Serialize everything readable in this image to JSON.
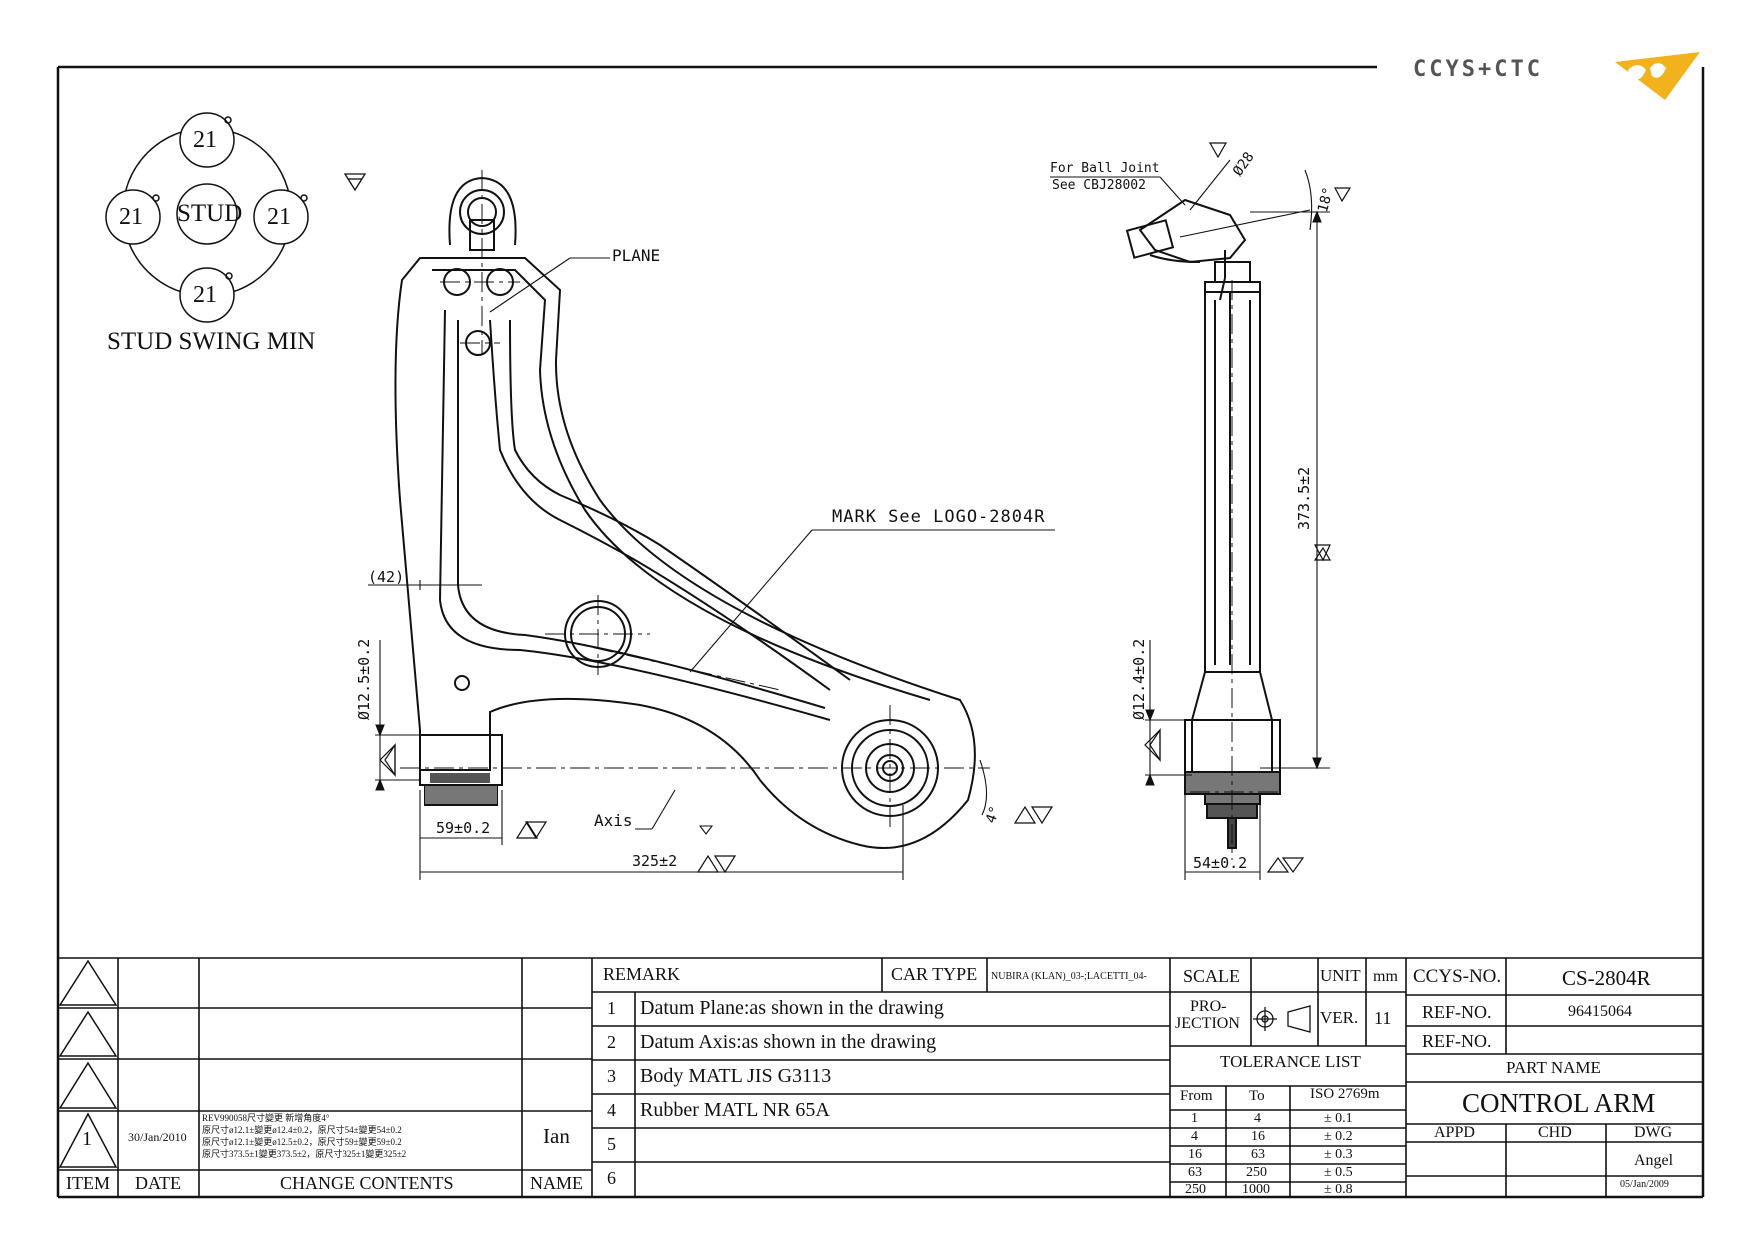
{
  "logo": {
    "text": "CCYS+CTC"
  },
  "stud_diagram": {
    "center": "STUD",
    "top": "21",
    "left": "21",
    "right": "21",
    "bottom": "21",
    "title": "STUD SWING MIN"
  },
  "front_view": {
    "plane_label": "PLANE",
    "mark_label": "MARK See LOGO-2804R",
    "axis_label": "Axis",
    "dim_42": "(42)",
    "dim_diameter": "Ø12.5±0.2",
    "dim_59": "59±0.2",
    "dim_325": "325±2",
    "dim_angle": "4°"
  },
  "side_view": {
    "ball_joint_line1": "For Ball Joint",
    "ball_joint_line2": "See CBJ28002",
    "dim_28": "Ø28",
    "dim_18": "18°",
    "dim_373": "373.5±2",
    "dim_diameter": "Ø12.4±0.2",
    "dim_54": "54±0.2"
  },
  "revision": {
    "rows": [
      {
        "item": "",
        "date": "",
        "change": "",
        "name": ""
      },
      {
        "item": "",
        "date": "",
        "change": "",
        "name": ""
      },
      {
        "item": "",
        "date": "",
        "change": "",
        "name": ""
      },
      {
        "item": "1",
        "date": "30/Jan/2010",
        "change_lines": [
          "REV990058尺寸變更 新增角度4°",
          "原尺寸ø12.1±變更ø12.4±0.2，原尺寸54±變更54±0.2",
          "原尺寸ø12.1±變更ø12.5±0.2，原尺寸59±變更59±0.2",
          "原尺寸373.5±1變更373.5±2，原尺寸325±1變更325±2"
        ],
        "name": "Ian"
      }
    ],
    "headers": {
      "item": "ITEM",
      "date": "DATE",
      "change": "CHANGE CONTENTS",
      "name": "NAME"
    }
  },
  "remarks": {
    "header": "REMARK",
    "car_type_label": "CAR TYPE",
    "car_type_value": "NUBIRA (KLAN)_03-;LACETTI_04-",
    "items": [
      {
        "n": "1",
        "text": "Datum Plane:as shown in the drawing"
      },
      {
        "n": "2",
        "text": "Datum Axis:as shown in the drawing"
      },
      {
        "n": "3",
        "text": "Body MATL JIS G3113"
      },
      {
        "n": "4",
        "text": "Rubber MATL NR 65A"
      },
      {
        "n": "5",
        "text": ""
      },
      {
        "n": "6",
        "text": ""
      }
    ]
  },
  "title_block": {
    "scale_label": "SCALE",
    "unit_label": "UNIT",
    "unit_value": "mm",
    "projection_label_1": "PRO-",
    "projection_label_2": "JECTION",
    "ver_label": "VER.",
    "ver_value": "11",
    "ccys_no_label": "CCYS-NO.",
    "ccys_no_value": "CS-2804R",
    "ref_no_label": "REF-NO.",
    "ref_no_value": "96415064",
    "ref_no2_label": "REF-NO.",
    "ref_no2_value": "",
    "part_name_label": "PART NAME",
    "part_name_value": "CONTROL ARM",
    "appd_label": "APPD",
    "chd_label": "CHD",
    "dwg_label": "DWG",
    "dwg_name": "Angel",
    "dwg_date": "05/Jan/2009"
  },
  "tolerance": {
    "title": "TOLERANCE LIST",
    "headers": [
      "From",
      "To",
      "ISO 2769m"
    ],
    "rows": [
      [
        "1",
        "4",
        "± 0.1"
      ],
      [
        "4",
        "16",
        "± 0.2"
      ],
      [
        "16",
        "63",
        "± 0.3"
      ],
      [
        "63",
        "250",
        "± 0.5"
      ],
      [
        "250",
        "1000",
        "± 0.8"
      ]
    ]
  }
}
